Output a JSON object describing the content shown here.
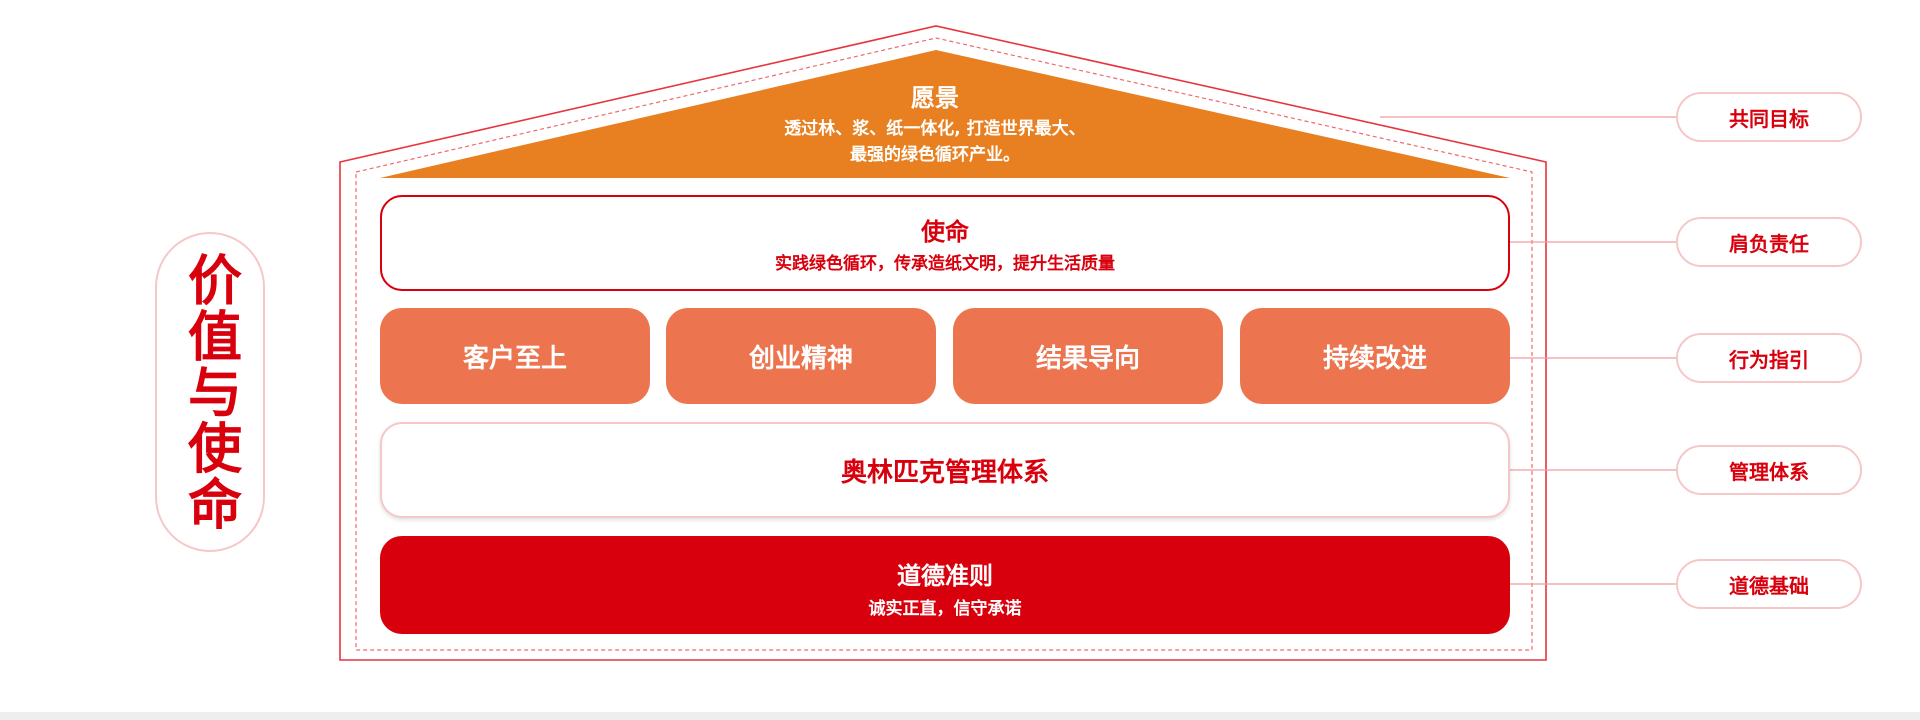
{
  "side_title": "价值与使命",
  "vision": {
    "title": "愿景",
    "lines": [
      "透过林、浆、纸一体化, 打造世界最大、",
      "最强的绿色循环产业。"
    ]
  },
  "mission": {
    "title": "使命",
    "desc": "实践绿色循环，传承造纸文明，提升生活质量"
  },
  "values": [
    "客户至上",
    "创业精神",
    "结果导向",
    "持续改进"
  ],
  "management": "奥林匹克管理体系",
  "ethics": {
    "title": "道德准则",
    "desc": "诚实正直，信守承诺"
  },
  "tags": [
    "共同目标",
    "肩负责任",
    "行为指引",
    "管理体系",
    "道德基础"
  ],
  "colors": {
    "red": "#d9000d",
    "orange_roof": "#e88021",
    "orange_value": "#ec744e",
    "pink_outline": "#f6c7c8"
  }
}
